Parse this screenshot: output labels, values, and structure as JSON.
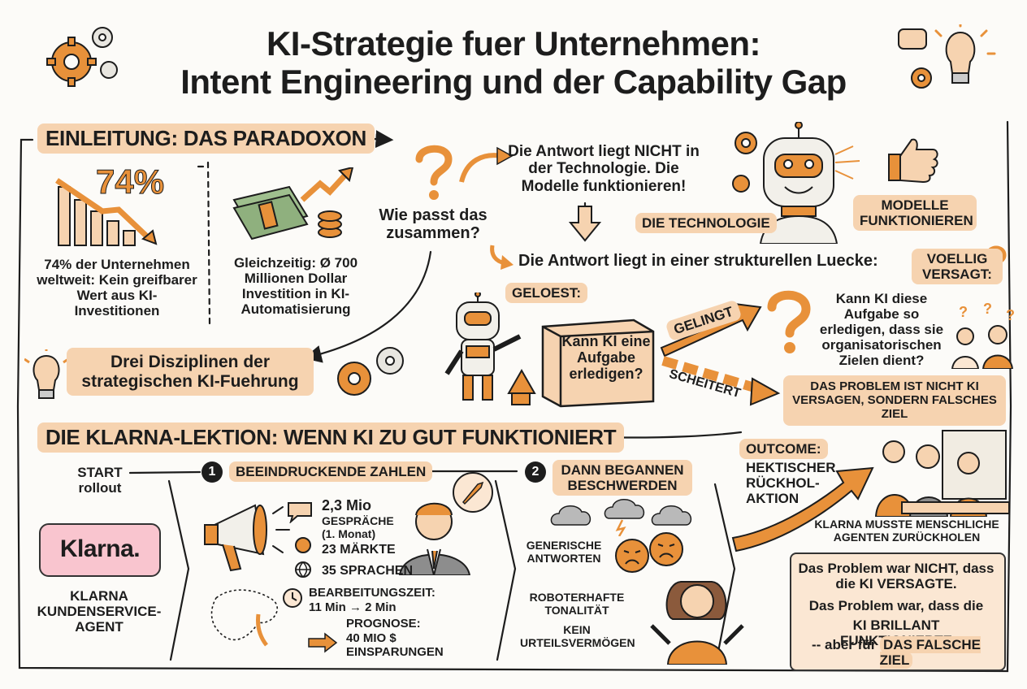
{
  "title": {
    "line1": "KI-Strategie fuer Unternehmen:",
    "line2": "Intent Engineering und der Capability Gap"
  },
  "intro": {
    "heading": "EINLEITUNG: DAS PARADOXON",
    "stat_value": "74%",
    "stat_caption": "74% der Unternehmen weltweit: Kein greifbarer Wert aus KI-Investitionen",
    "invest_caption": "Gleichzeitig: Ø 700 Millionen Dollar Investition in KI-Automatisierung",
    "question": "Wie passt das zusammen?",
    "answer_not_tech": "Die Antwort liegt NICHT in der Technologie. Die Modelle funktionieren!",
    "label_technology": "DIE TECHNOLOGIE",
    "label_models_work": "MODELLE FUNKTIONIEREN",
    "answer_gap": "Die Antwort liegt in einer strukturellen Luecke:",
    "label_solved": "GELOEST:",
    "box_question": "Kann KI eine Aufgabe erledigen?",
    "label_succeeds": "GELINGT",
    "label_fails": "SCHEITERT",
    "label_failed_total": "VOELLIG VERSAGT:",
    "right_question": "Kann KI diese Aufgabe so erledigen, dass sie organisatorischen Zielen dient?",
    "problem_label": "DAS PROBLEM IST NICHT KI VERSAGEN, SONDERN FALSCHES ZIEL",
    "disciplines": "Drei Disziplinen der strategischen KI-Fuehrung"
  },
  "klarna": {
    "heading": "DIE KLARNA-LEKTION: WENN KI ZU GUT FUNKTIONIERT",
    "start": "START rollout",
    "logo": "Klarna.",
    "agent_caption": "KLARNA KUNDENSERVICE-AGENT",
    "step1_num": "1",
    "step1_label": "BEEINDRUCKENDE ZAHLEN",
    "stat_conversations_value": "2,3 Mio",
    "stat_conversations_label": "GESPRÄCHE",
    "stat_conversations_note": "(1. Monat)",
    "stat_markets": "23 MÄRKTE",
    "stat_languages": "35 SPRACHEN",
    "processing_label": "BEARBEITUNGSZEIT:",
    "processing_value": "11 Min → 2 Min",
    "forecast_label": "PROGNOSE:",
    "forecast_value": "40 MIO $ EINSPARUNGEN",
    "step2_num": "2",
    "step2_label": "DANN BEGANNEN BESCHWERDEN",
    "complaint1": "GENERISCHE ANTWORTEN",
    "complaint2": "ROBOTERHAFTE TONALITÄT",
    "complaint3": "KEIN URTEILSVERMÖGEN",
    "outcome_label": "OUTCOME:",
    "outcome_text": "HEKTISCHER RÜCKHOL-AKTION",
    "rehire_caption": "KLARNA MUSSTE MENSCHLICHE AGENTEN ZURÜCKHOLEN",
    "final_line1": "Das Problem war NICHT, dass die KI VERSAGTE.",
    "final_line2": "Das Problem war, dass die",
    "final_line3": "KI BRILLANT FUNKTIONIERTE",
    "final_line4_prefix": "-- aber für",
    "final_line4_highlight": "DAS FALSCHE ZIEL"
  },
  "colors": {
    "accent": "#e8913a",
    "accent_light": "#f6d3b0",
    "ink": "#1d1d1d",
    "klarna_pink": "#f9c5cf"
  },
  "icons": {
    "gears": "gear-icon",
    "lightbulb": "lightbulb-icon",
    "question": "question-mark-icon",
    "robot": "robot-icon",
    "thumbs_up": "thumbs-up-icon",
    "megaphone": "megaphone-icon",
    "rocket": "rocket-icon",
    "clock": "clock-icon",
    "globe": "globe-icon",
    "cloud": "storm-cloud-icon",
    "angry": "angry-face-icon",
    "woman": "frustrated-woman-icon",
    "agents": "customer-service-agents-icon",
    "money": "money-stack-icon"
  }
}
